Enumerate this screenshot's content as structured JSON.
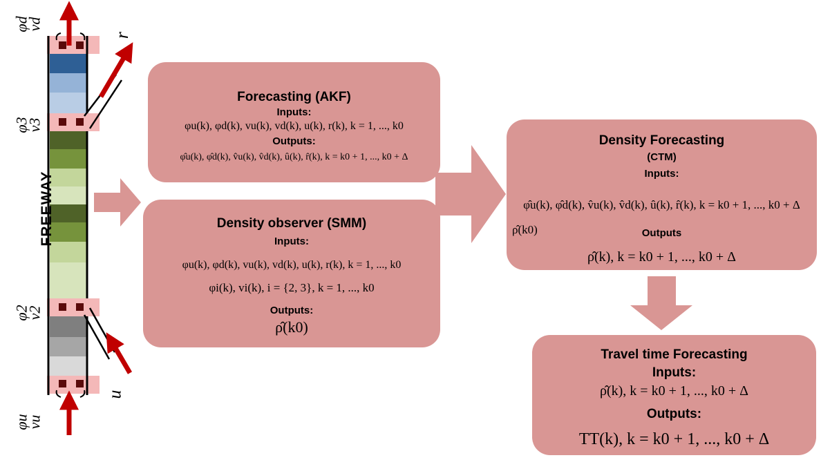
{
  "freeway_label": "FREEWAY",
  "road_labels": {
    "phi_d": "φd",
    "v_d": "vd",
    "phi_3": "φ3",
    "v_3": "v3",
    "phi_2": "φ2",
    "v_2": "v2",
    "phi_u": "φu",
    "v_u": "vu",
    "r": "r",
    "u": "u"
  },
  "colors": {
    "box": "#d99694",
    "arrow": "#c00000",
    "detector": "#f4b8b8",
    "segments_blue": [
      "#2e5f95",
      "#95b3d7",
      "#b9cde5"
    ],
    "segments_green": [
      "#4f6228",
      "#76933c",
      "#c3d69b",
      "#d7e4bc"
    ],
    "segments_gray": [
      "#7f7f7f",
      "#a6a6a6",
      "#d9d9d9"
    ]
  },
  "boxes": {
    "akf": {
      "title": "Forecasting (AKF)",
      "inputs_label": "Inputs:",
      "inputs": "φu(k), φd(k), vu(k), vd(k), u(k), r(k), k = 1, ..., k0",
      "outputs_label": "Outputs:",
      "outputs": "φ̂u(k), φ̂d(k), v̂u(k), v̂d(k), û(k), r̂(k), k = k0 + 1, ..., k0 + Δ"
    },
    "smm": {
      "title": "Density observer (SMM)",
      "inputs_label": "Inputs:",
      "inputs1": "φu(k), φd(k), vu(k), vd(k), u(k), r(k), k = 1, ..., k0",
      "inputs2": "φi(k), vi(k), i = {2, 3}, k = 1, ..., k0",
      "outputs_label": "Outputs:",
      "outputs": "ρ̂(k0)"
    },
    "ctm": {
      "title": "Density Forecasting",
      "subtitle": "(CTM)",
      "inputs_label": "Inputs:",
      "inputs": "φ̂u(k), φ̂d(k), v̂u(k), v̂d(k), û(k), r̂(k), k = k0 + 1, ..., k0 + Δ",
      "inputs2": "ρ̂(k0)",
      "outputs_label": "Outputs",
      "outputs": "ρ̂(k), k = k0 + 1, ..., k0 + Δ"
    },
    "tt": {
      "title": "Travel time Forecasting",
      "inputs_label": "Inputs:",
      "inputs": "ρ̂(k), k = k0 + 1, ..., k0 + Δ",
      "outputs_label": "Outputs:",
      "outputs": "TT(k), k = k0 + 1, ..., k0 + Δ"
    }
  }
}
